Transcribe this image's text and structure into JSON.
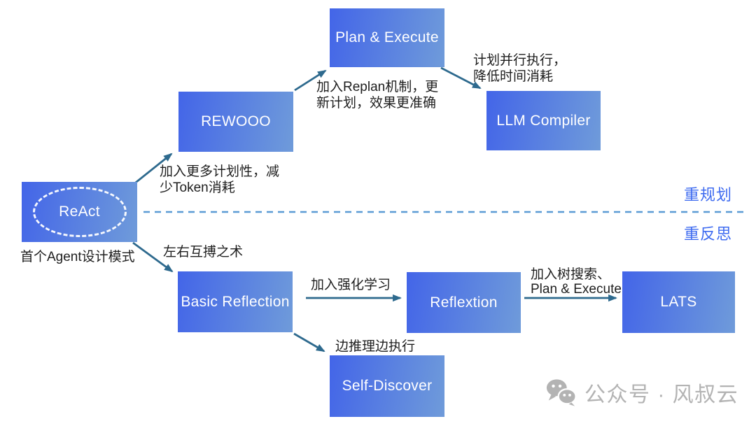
{
  "diagram": {
    "region_labels": {
      "top": "重规划",
      "bottom": "重反思"
    },
    "nodes": {
      "plan_execute": {
        "label": "Plan & Execute"
      },
      "rewooo": {
        "label": "REWOOO"
      },
      "llm_compiler": {
        "label": "LLM Compiler"
      },
      "react": {
        "label": "ReAct",
        "caption": "首个Agent设计模式"
      },
      "basic_reflection": {
        "label": "Basic Reflection"
      },
      "reflextion": {
        "label": "Reflextion"
      },
      "lats": {
        "label": "LATS"
      },
      "self_discover": {
        "label": "Self-Discover"
      }
    },
    "edges": {
      "react_to_rewooo": "加入更多计划性，减少Token消耗",
      "rewooo_to_plan_execute": "加入Replan机制，更新计划，效果更准确",
      "plan_execute_to_llm_compiler": "计划并行执行，降低时间消耗",
      "react_to_basic_reflection": "左右互搏之术",
      "basic_reflection_to_reflextion": "加入强化学习",
      "reflextion_to_lats": "加入树搜索、Plan & Execute",
      "basic_reflection_to_self_discover": "边推理边执行"
    },
    "colors": {
      "node_gradient_from": "#4365e8",
      "node_gradient_to": "#6f9bda",
      "arrow": "#2e6a8e",
      "divider": "#5b9bd5",
      "region_label": "#3e6bf0",
      "edge_label_text": "#1e1e1e",
      "watermark": "#b3b3b3"
    },
    "icons": {
      "wechat": "wechat-icon"
    }
  },
  "watermark": {
    "text": "公众号 · 风叔云"
  }
}
